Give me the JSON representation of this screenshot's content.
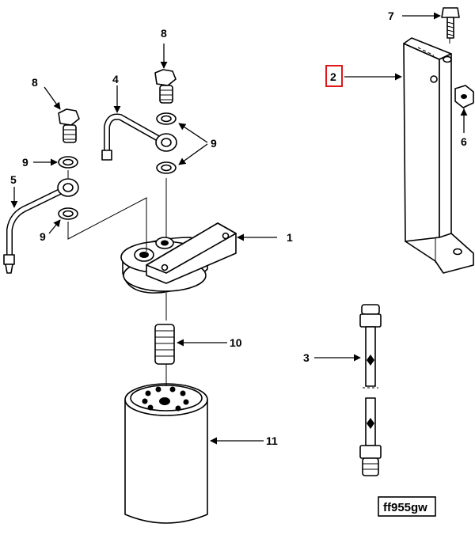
{
  "callouts": {
    "c1": "1",
    "c2": "2",
    "c3": "3",
    "c4": "4",
    "c5": "5",
    "c6": "6",
    "c7": "7",
    "c8a": "8",
    "c8b": "8",
    "c9a": "9",
    "c9b": "9",
    "c9c": "9",
    "c10": "10",
    "c11": "11"
  },
  "highlight_color": "#e0161c",
  "drawing_code": "ff955gw"
}
